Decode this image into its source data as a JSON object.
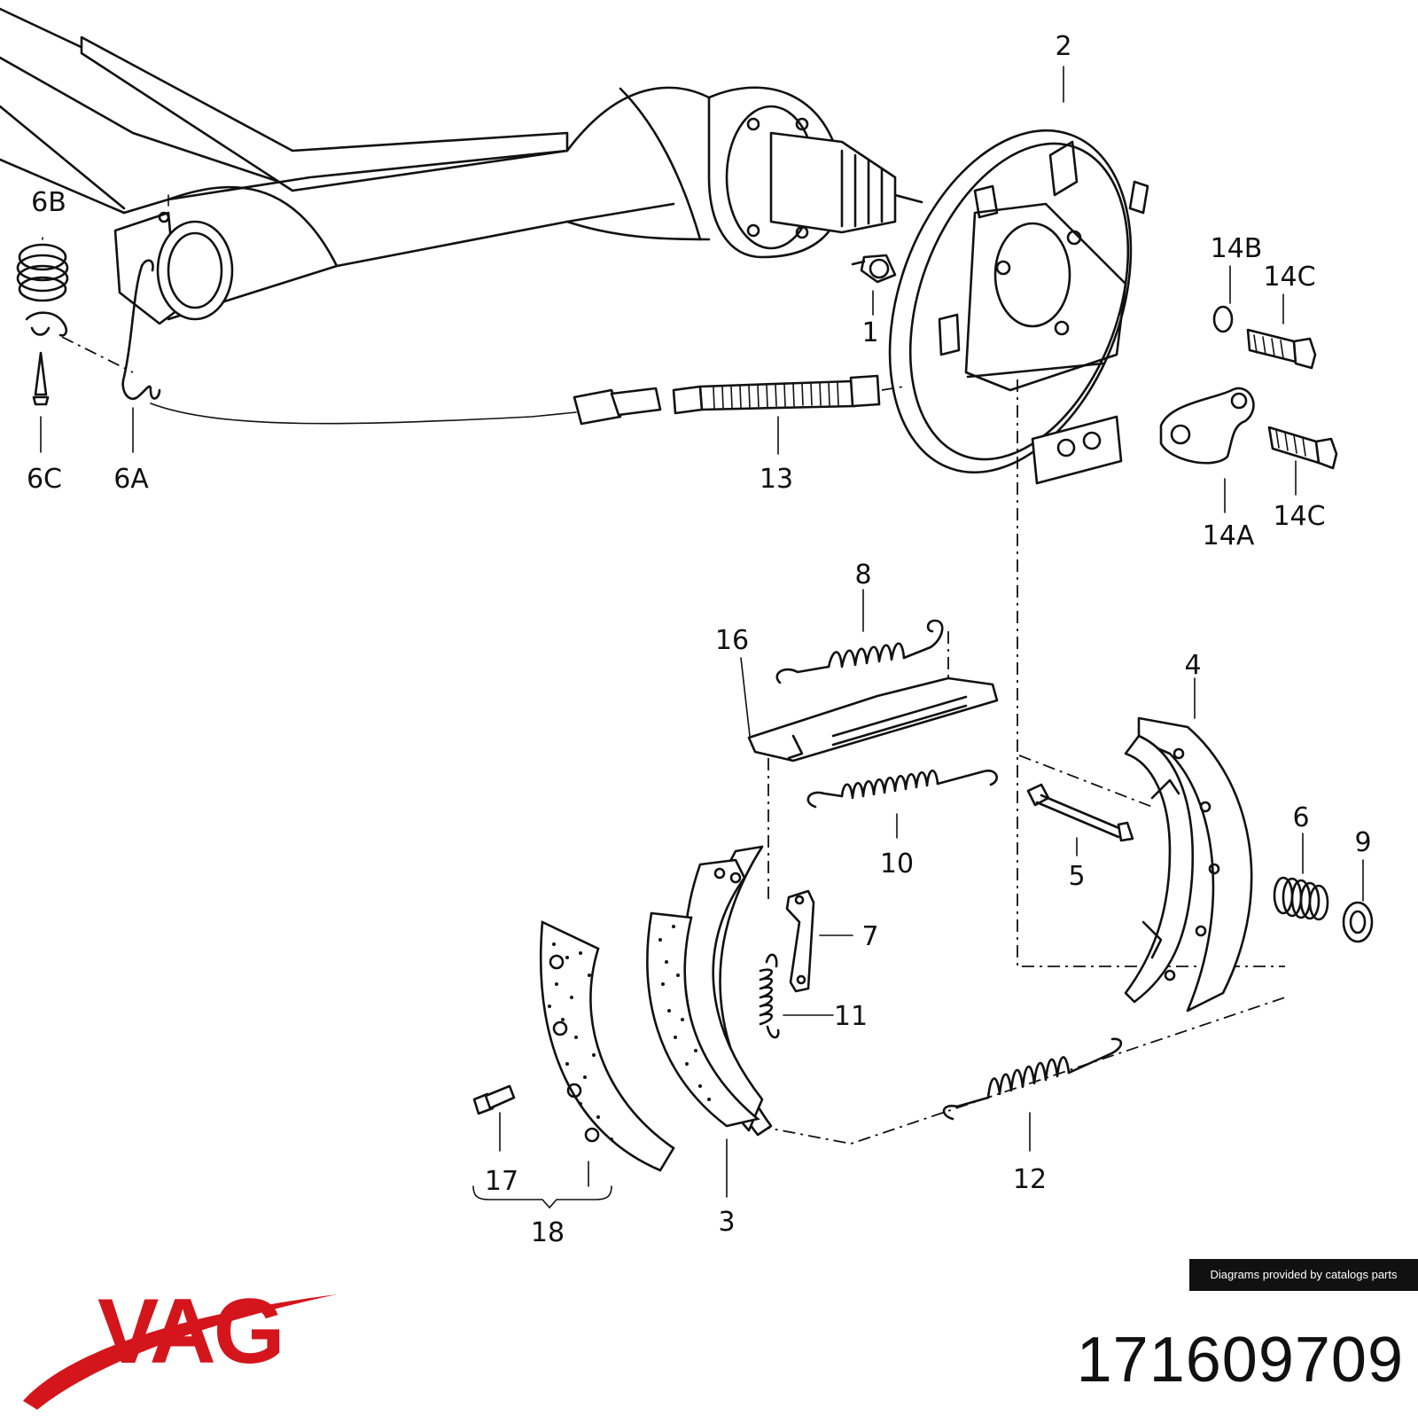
{
  "callouts": [
    {
      "id": "2",
      "label": "2"
    },
    {
      "id": "6B",
      "label": "6B"
    },
    {
      "id": "14B",
      "label": "14B"
    },
    {
      "id": "14C-top",
      "label": "14C"
    },
    {
      "id": "1",
      "label": "1"
    },
    {
      "id": "6C",
      "label": "6C"
    },
    {
      "id": "6A",
      "label": "6A"
    },
    {
      "id": "13",
      "label": "13"
    },
    {
      "id": "14C-bottom",
      "label": "14C"
    },
    {
      "id": "14A",
      "label": "14A"
    },
    {
      "id": "8",
      "label": "8"
    },
    {
      "id": "16",
      "label": "16"
    },
    {
      "id": "4",
      "label": "4"
    },
    {
      "id": "6",
      "label": "6"
    },
    {
      "id": "9",
      "label": "9"
    },
    {
      "id": "10",
      "label": "10"
    },
    {
      "id": "5",
      "label": "5"
    },
    {
      "id": "7",
      "label": "7"
    },
    {
      "id": "11",
      "label": "11"
    },
    {
      "id": "17",
      "label": "17"
    },
    {
      "id": "12",
      "label": "12"
    },
    {
      "id": "18",
      "label": "18"
    },
    {
      "id": "3",
      "label": "3"
    }
  ],
  "credit": "Diagrams provided by catalogs parts",
  "brand": {
    "name": "VAG",
    "color": "#d4151c"
  },
  "part_number": "171609709"
}
